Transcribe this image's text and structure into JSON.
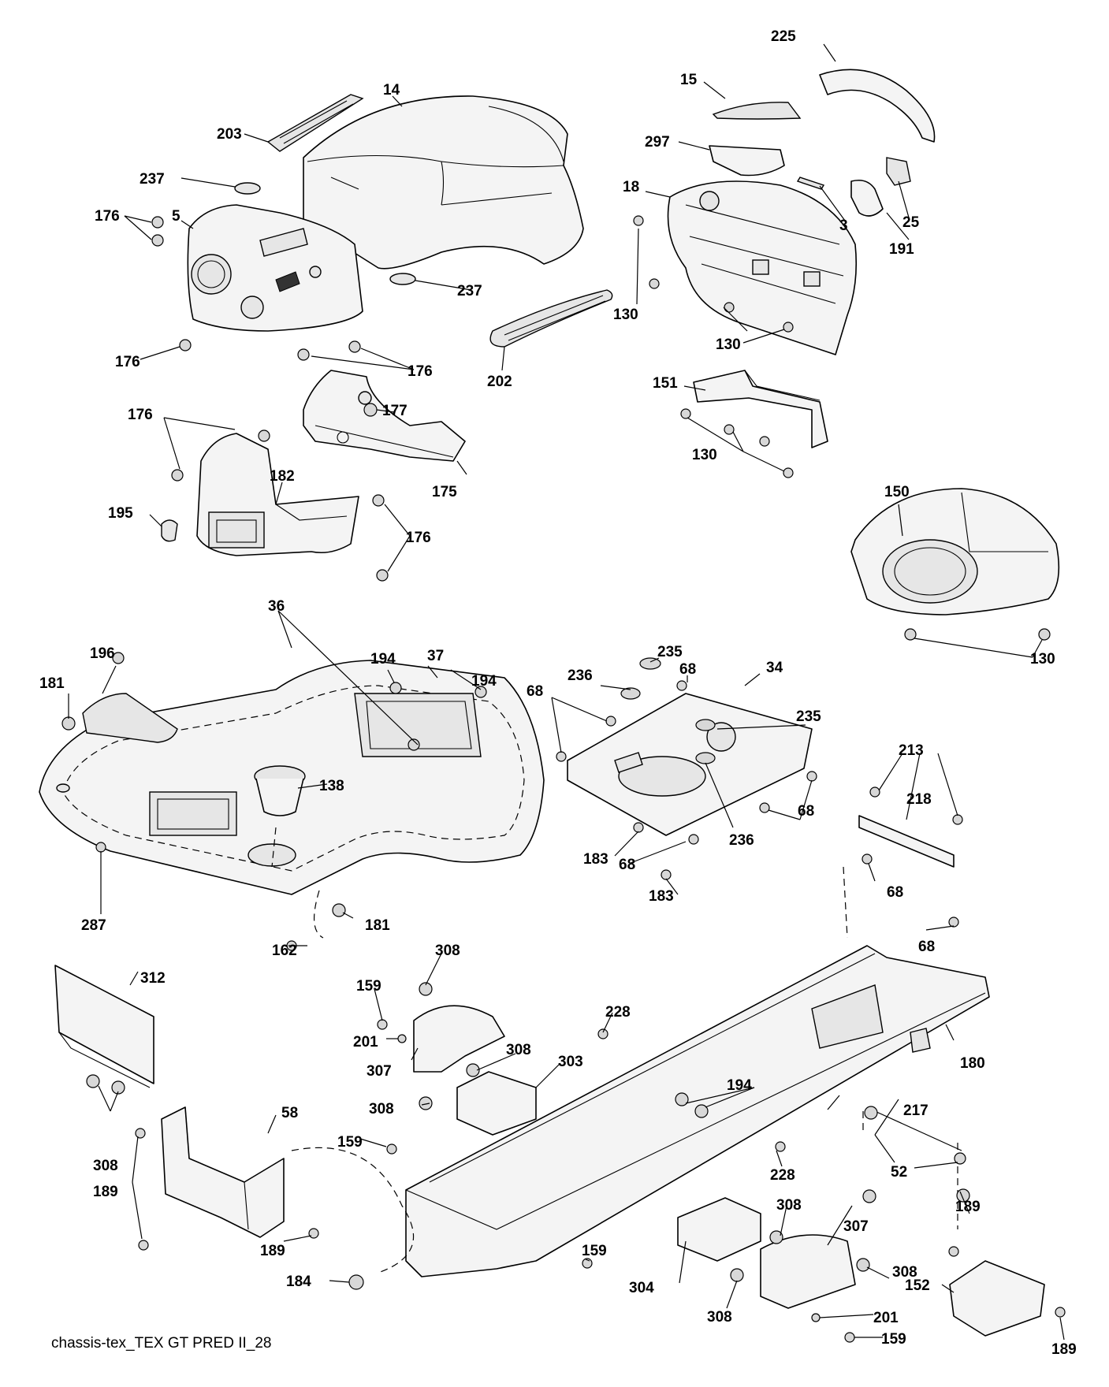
{
  "caption": "chassis-tex_TEX GT PRED II_28",
  "callouts": [
    {
      "id": "c225",
      "text": "225"
    },
    {
      "id": "c14",
      "text": "14"
    },
    {
      "id": "c15",
      "text": "15"
    },
    {
      "id": "c203",
      "text": "203"
    },
    {
      "id": "c297",
      "text": "297"
    },
    {
      "id": "c237a",
      "text": "237"
    },
    {
      "id": "c18",
      "text": "18"
    },
    {
      "id": "c3",
      "text": "3"
    },
    {
      "id": "c25",
      "text": "25"
    },
    {
      "id": "c5",
      "text": "5"
    },
    {
      "id": "c176a",
      "text": "176"
    },
    {
      "id": "c191",
      "text": "191"
    },
    {
      "id": "c130a",
      "text": "130"
    },
    {
      "id": "c237b",
      "text": "237"
    },
    {
      "id": "c130b",
      "text": "130"
    },
    {
      "id": "c176b",
      "text": "176"
    },
    {
      "id": "c176c",
      "text": "176"
    },
    {
      "id": "c202",
      "text": "202"
    },
    {
      "id": "c151",
      "text": "151"
    },
    {
      "id": "c176d",
      "text": "176"
    },
    {
      "id": "c177",
      "text": "177"
    },
    {
      "id": "c130c",
      "text": "130"
    },
    {
      "id": "c182",
      "text": "182"
    },
    {
      "id": "c175",
      "text": "175"
    },
    {
      "id": "c150",
      "text": "150"
    },
    {
      "id": "c195",
      "text": "195"
    },
    {
      "id": "c176e",
      "text": "176"
    },
    {
      "id": "c36",
      "text": "36"
    },
    {
      "id": "c130d",
      "text": "130"
    },
    {
      "id": "c196",
      "text": "196"
    },
    {
      "id": "c235a",
      "text": "235"
    },
    {
      "id": "c194a",
      "text": "194"
    },
    {
      "id": "c37",
      "text": "37"
    },
    {
      "id": "c68a",
      "text": "68"
    },
    {
      "id": "c34",
      "text": "34"
    },
    {
      "id": "c181a",
      "text": "181"
    },
    {
      "id": "c236a",
      "text": "236"
    },
    {
      "id": "c194b",
      "text": "194"
    },
    {
      "id": "c68b",
      "text": "68"
    },
    {
      "id": "c235b",
      "text": "235"
    },
    {
      "id": "c213",
      "text": "213"
    },
    {
      "id": "c138",
      "text": "138"
    },
    {
      "id": "c218",
      "text": "218"
    },
    {
      "id": "c68c",
      "text": "68"
    },
    {
      "id": "c236b",
      "text": "236"
    },
    {
      "id": "c183a",
      "text": "183"
    },
    {
      "id": "c68d",
      "text": "68"
    },
    {
      "id": "c68e",
      "text": "68"
    },
    {
      "id": "c183b",
      "text": "183"
    },
    {
      "id": "c287",
      "text": "287"
    },
    {
      "id": "c181b",
      "text": "181"
    },
    {
      "id": "c68f",
      "text": "68"
    },
    {
      "id": "c162",
      "text": "162"
    },
    {
      "id": "c308a",
      "text": "308"
    },
    {
      "id": "c312",
      "text": "312"
    },
    {
      "id": "c159a",
      "text": "159"
    },
    {
      "id": "c228a",
      "text": "228"
    },
    {
      "id": "c201a",
      "text": "201"
    },
    {
      "id": "c180",
      "text": "180"
    },
    {
      "id": "c307a",
      "text": "307"
    },
    {
      "id": "c308b",
      "text": "308"
    },
    {
      "id": "c303",
      "text": "303"
    },
    {
      "id": "c194c",
      "text": "194"
    },
    {
      "id": "c308c",
      "text": "308"
    },
    {
      "id": "c217",
      "text": "217"
    },
    {
      "id": "c58",
      "text": "58"
    },
    {
      "id": "c308d",
      "text": "308"
    },
    {
      "id": "c159b",
      "text": "159"
    },
    {
      "id": "c228b",
      "text": "228"
    },
    {
      "id": "c52",
      "text": "52"
    },
    {
      "id": "c189a",
      "text": "189"
    },
    {
      "id": "c308e",
      "text": "308"
    },
    {
      "id": "c189b",
      "text": "189"
    },
    {
      "id": "c307b",
      "text": "307"
    },
    {
      "id": "c189c",
      "text": "189"
    },
    {
      "id": "c159c",
      "text": "159"
    },
    {
      "id": "c304",
      "text": "304"
    },
    {
      "id": "c308f",
      "text": "308"
    },
    {
      "id": "c184",
      "text": "184"
    },
    {
      "id": "c152",
      "text": "152"
    },
    {
      "id": "c308g",
      "text": "308"
    },
    {
      "id": "c201b",
      "text": "201"
    },
    {
      "id": "c159d",
      "text": "159"
    },
    {
      "id": "c189d",
      "text": "189"
    }
  ]
}
